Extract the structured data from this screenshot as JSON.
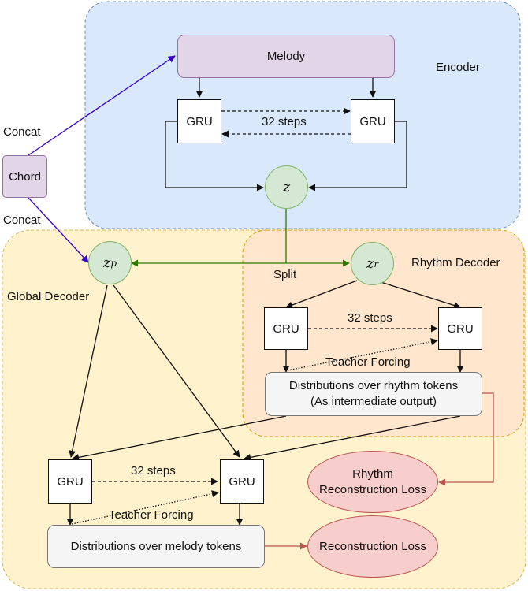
{
  "regions": {
    "encoder": "Encoder",
    "global_decoder": "Global Decoder",
    "rhythm_decoder": "Rhythm Decoder"
  },
  "nodes": {
    "melody": "Melody",
    "chord": "Chord",
    "gru": "GRU",
    "z": "z",
    "z_p": {
      "base": "z",
      "sub": "p"
    },
    "z_r": {
      "base": "z",
      "sub": "r"
    },
    "rhythm_dist": "Distributions over rhythm tokens\n(As intermediate output)",
    "melody_dist": "Distributions over melody tokens",
    "rhythm_loss": "Rhythm\nReconstruction Loss",
    "recon_loss": "Reconstruction Loss"
  },
  "edge_labels": {
    "concat_top": "Concat",
    "concat_bottom": "Concat",
    "steps_encoder": "32 steps",
    "steps_rhythm": "32 steps",
    "steps_global": "32 steps",
    "split": "Split",
    "teacher_forcing_rhythm": "Teacher Forcing",
    "teacher_forcing_global": "Teacher Forcing"
  },
  "colors": {
    "encoder_fill": "#dae8fc",
    "encoder_border": "#6c8ebf",
    "global_fill": "#fff2cc",
    "global_border": "#d6b656",
    "rhythm_fill": "#ffe6cc",
    "rhythm_border": "#d79b00",
    "purple_fill": "#e1d5e7",
    "purple_border": "#9673a6",
    "green_fill": "#d5e8d4",
    "green_border": "#82b366",
    "loss_fill": "#f8cecc",
    "loss_border": "#b85450",
    "concat_arrow": "#3300cc",
    "split_arrow": "#2d7600",
    "loss_arrow": "#b85450"
  }
}
